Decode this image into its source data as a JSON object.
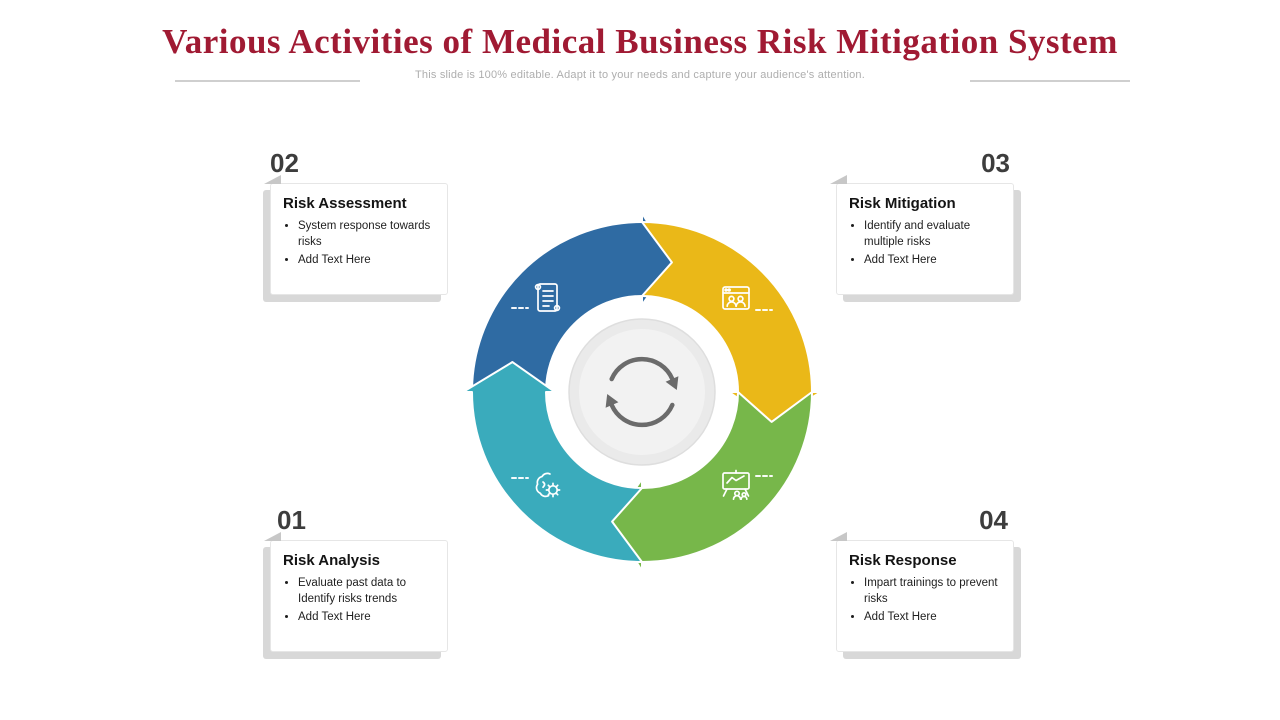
{
  "header": {
    "title": "Various Activities of Medical Business Risk Mitigation System",
    "subtitle": "This slide is 100% editable. Adapt it to your needs and capture your audience's attention."
  },
  "colors": {
    "title": "#a01a33",
    "number": "#3d3d3d",
    "card_shadow": "#d8d8d8"
  },
  "cards": [
    {
      "number": "01",
      "title": "Risk Analysis",
      "bullets": [
        "Evaluate past data to Identify risks trends",
        "Add Text Here"
      ]
    },
    {
      "number": "02",
      "title": "Risk Assessment",
      "bullets": [
        "System response towards risks",
        "Add Text Here"
      ]
    },
    {
      "number": "03",
      "title": "Risk Mitigation",
      "bullets": [
        "Identify and evaluate multiple risks",
        "Add Text Here"
      ]
    },
    {
      "number": "04",
      "title": "Risk Response",
      "bullets": [
        "Impart trainings to prevent risks",
        "Add Text Here"
      ]
    }
  ],
  "diagram": {
    "segments": [
      {
        "name": "risk-assessment",
        "color": "#2f6ba3",
        "icon": "scroll-document-icon"
      },
      {
        "name": "risk-mitigation",
        "color": "#eab818",
        "icon": "browser-audience-icon"
      },
      {
        "name": "risk-response",
        "color": "#77b74a",
        "icon": "presentation-training-icon"
      },
      {
        "name": "risk-analysis",
        "color": "#3aabbc",
        "icon": "brain-idea-icon"
      }
    ],
    "center_icon": "cycle-refresh-icon",
    "center_color": "#6b6b6b"
  }
}
